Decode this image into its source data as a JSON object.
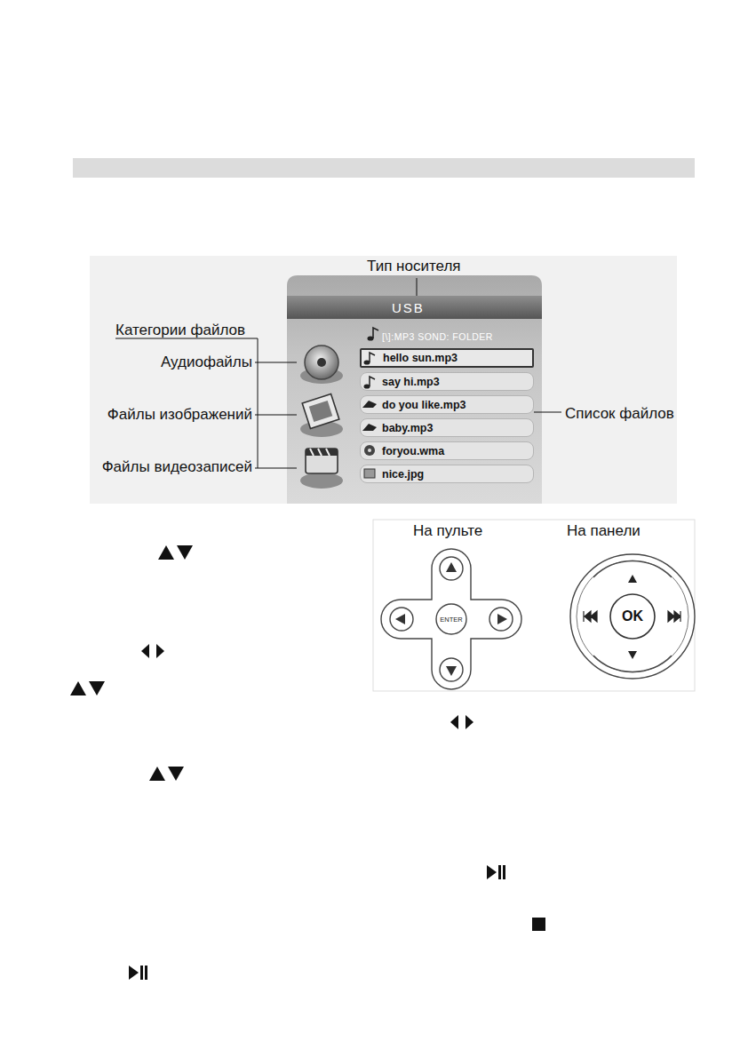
{
  "diagram": {
    "nodes": [
      {
        "text": [
          "USB"
        ]
      },
      {
        "text": [
          "hello sun.mp3"
        ]
      },
      {
        "text": [
          "say hi.mp3"
        ]
      },
      {
        "text": [
          "do you like.mp3"
        ]
      },
      {
        "text": [
          "baby.mp3"
        ]
      },
      {
        "text": [
          "foryou.wma"
        ]
      },
      {
        "text": [
          "nice.jpg"
        ]
      },
      {
        "text": [
          "ENTER"
        ]
      },
      {
        "text": [
          "OK"
        ]
      }
    ],
    "labels": [
      "Тип носителя",
      "Категории файлов",
      "Аудиофайлы",
      "Файлы изображений",
      "Файлы видеозаписей",
      "[\\]:MP3 SOND: FOLDER",
      "Список файлов",
      "На пульте",
      "На панели"
    ]
  }
}
